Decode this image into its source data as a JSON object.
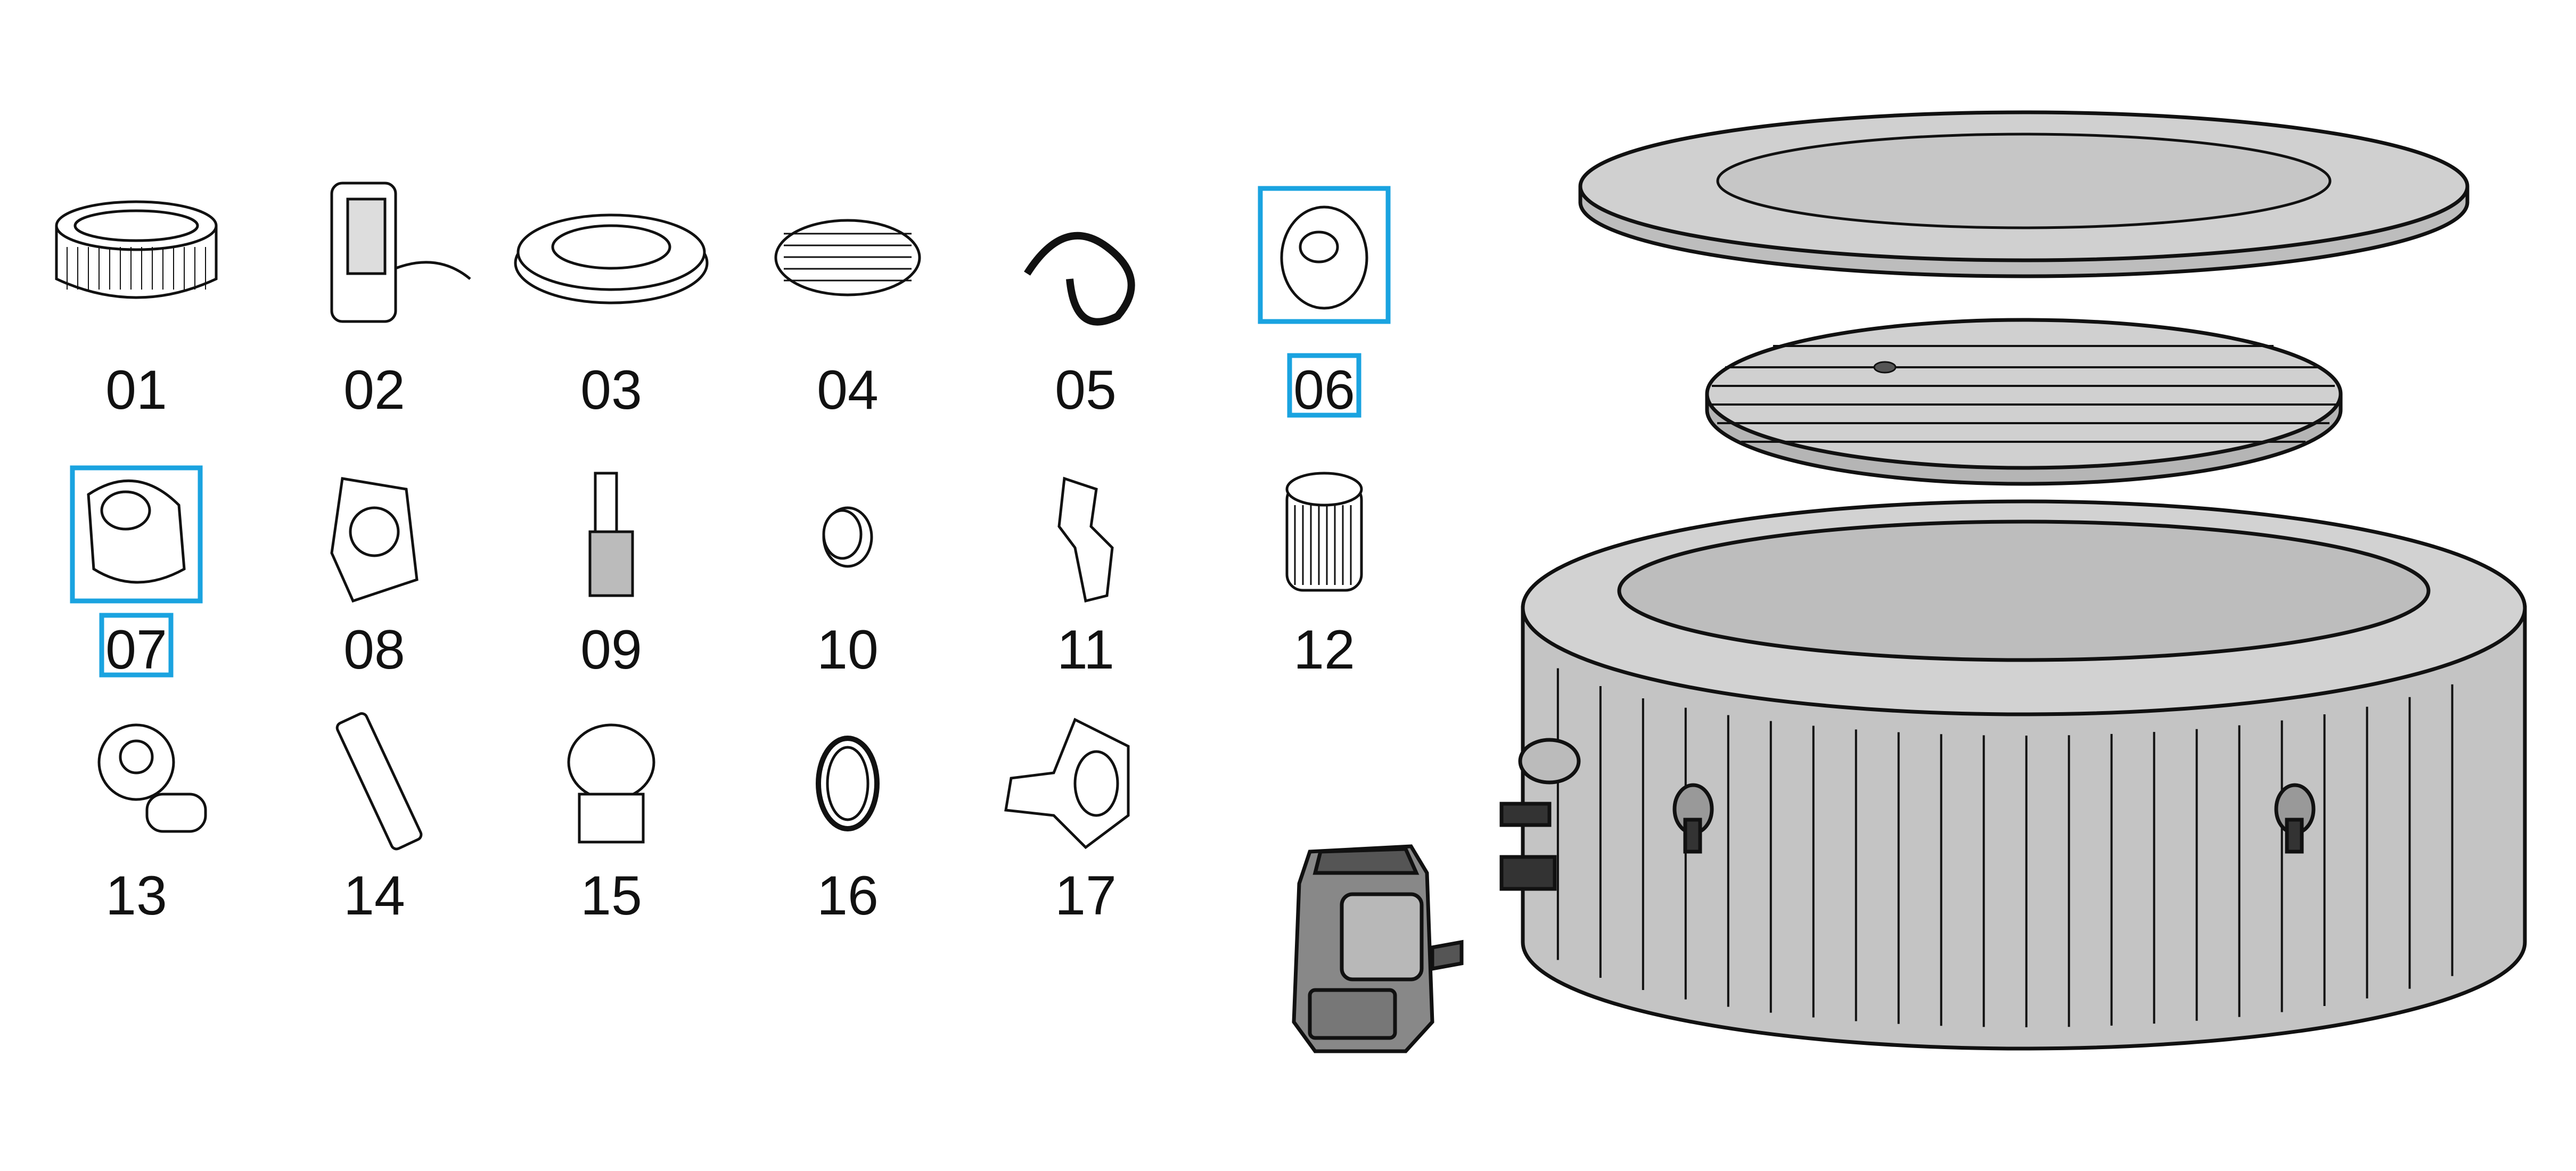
{
  "parts": [
    {
      "label": "01",
      "icon": "filter-housing-icon",
      "highlighted": false
    },
    {
      "label": "02",
      "icon": "pump-unit-icon",
      "highlighted": false
    },
    {
      "label": "03",
      "icon": "spa-cover-ring-icon",
      "highlighted": false
    },
    {
      "label": "04",
      "icon": "inflatable-lid-icon",
      "highlighted": false
    },
    {
      "label": "05",
      "icon": "air-hose-icon",
      "highlighted": false
    },
    {
      "label": "06",
      "icon": "strainer-cap-icon",
      "highlighted": true
    },
    {
      "label": "07",
      "icon": "strainer-grid-icon",
      "highlighted": true
    },
    {
      "label": "08",
      "icon": "connector-nut-icon",
      "highlighted": false
    },
    {
      "label": "09",
      "icon": "hose-adapter-icon",
      "highlighted": false
    },
    {
      "label": "10",
      "icon": "drain-cap-icon",
      "highlighted": false
    },
    {
      "label": "11",
      "icon": "buckle-icon",
      "highlighted": false
    },
    {
      "label": "12",
      "icon": "filter-cartridge-icon",
      "highlighted": false
    },
    {
      "label": "13",
      "icon": "drain-valve-icon",
      "highlighted": false
    },
    {
      "label": "14",
      "icon": "hose-connector-icon",
      "highlighted": false
    },
    {
      "label": "15",
      "icon": "valve-adapter-icon",
      "highlighted": false
    },
    {
      "label": "16",
      "icon": "o-ring-icon",
      "highlighted": false
    },
    {
      "label": "17",
      "icon": "inflation-valve-icon",
      "highlighted": false
    }
  ],
  "colors": {
    "highlight": "#1aa3e0",
    "line": "#111111",
    "fill": "#c8c8c8",
    "fill_dark": "#9a9a9a"
  }
}
